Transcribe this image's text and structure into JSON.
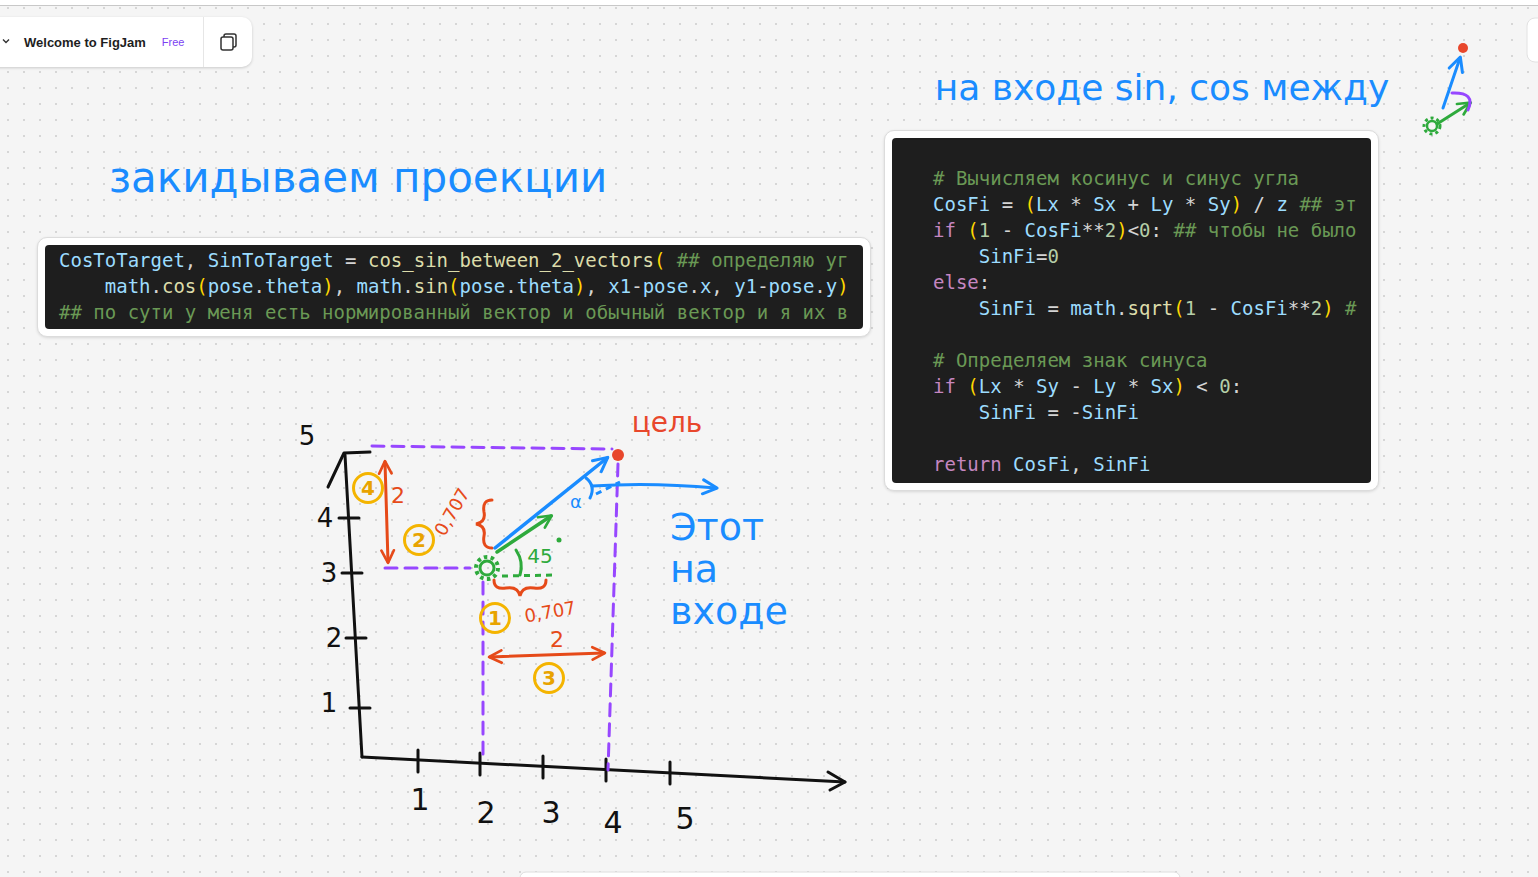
{
  "diagram": {
    "nodes": [
      {
        "text": [
          "Welcome to FigJam",
          "Free"
        ]
      },
      {
        "text": [
          "CosToTarget, SinToTarget = cos_sin_between_2_vectors( ## определяю уг",
          "    math.cos(pose.theta), math.sin(pose.theta), x1-pose.x, y1-pose.y)",
          "## по сути у меня есть нормированный вектор и обычный вектор и я их в"
        ]
      },
      {
        "text": [
          "# Вычисляем косинус и синус угла",
          "CosFi = (Lx * Sx + Ly * Sy) / z ## эт",
          "if (1 - CosFi**2)<0: ## чтобы не было",
          "    SinFi=0",
          "else:",
          "    SinFi = math.sqrt(1 - CosFi**2) #",
          "# Определяем знак синуса",
          "if (Lx * Sy - Ly * Sx) < 0:",
          "    SinFi = -SinFi",
          "return CosFi, SinFi"
        ]
      },
      {
        "text": [
          "4"
        ]
      },
      {
        "text": [
          "2"
        ]
      },
      {
        "text": [
          "1"
        ]
      },
      {
        "text": [
          "3"
        ]
      }
    ],
    "labels": [
      "закидываем проекции",
      "на входе sin, cos между",
      "цель",
      "Этот на входе",
      "5",
      "4",
      "3",
      "2",
      "1",
      "1",
      "2",
      "3",
      "4",
      "5",
      "2",
      "2",
      "0,707",
      "0,707",
      "45",
      "α"
    ]
  }
}
